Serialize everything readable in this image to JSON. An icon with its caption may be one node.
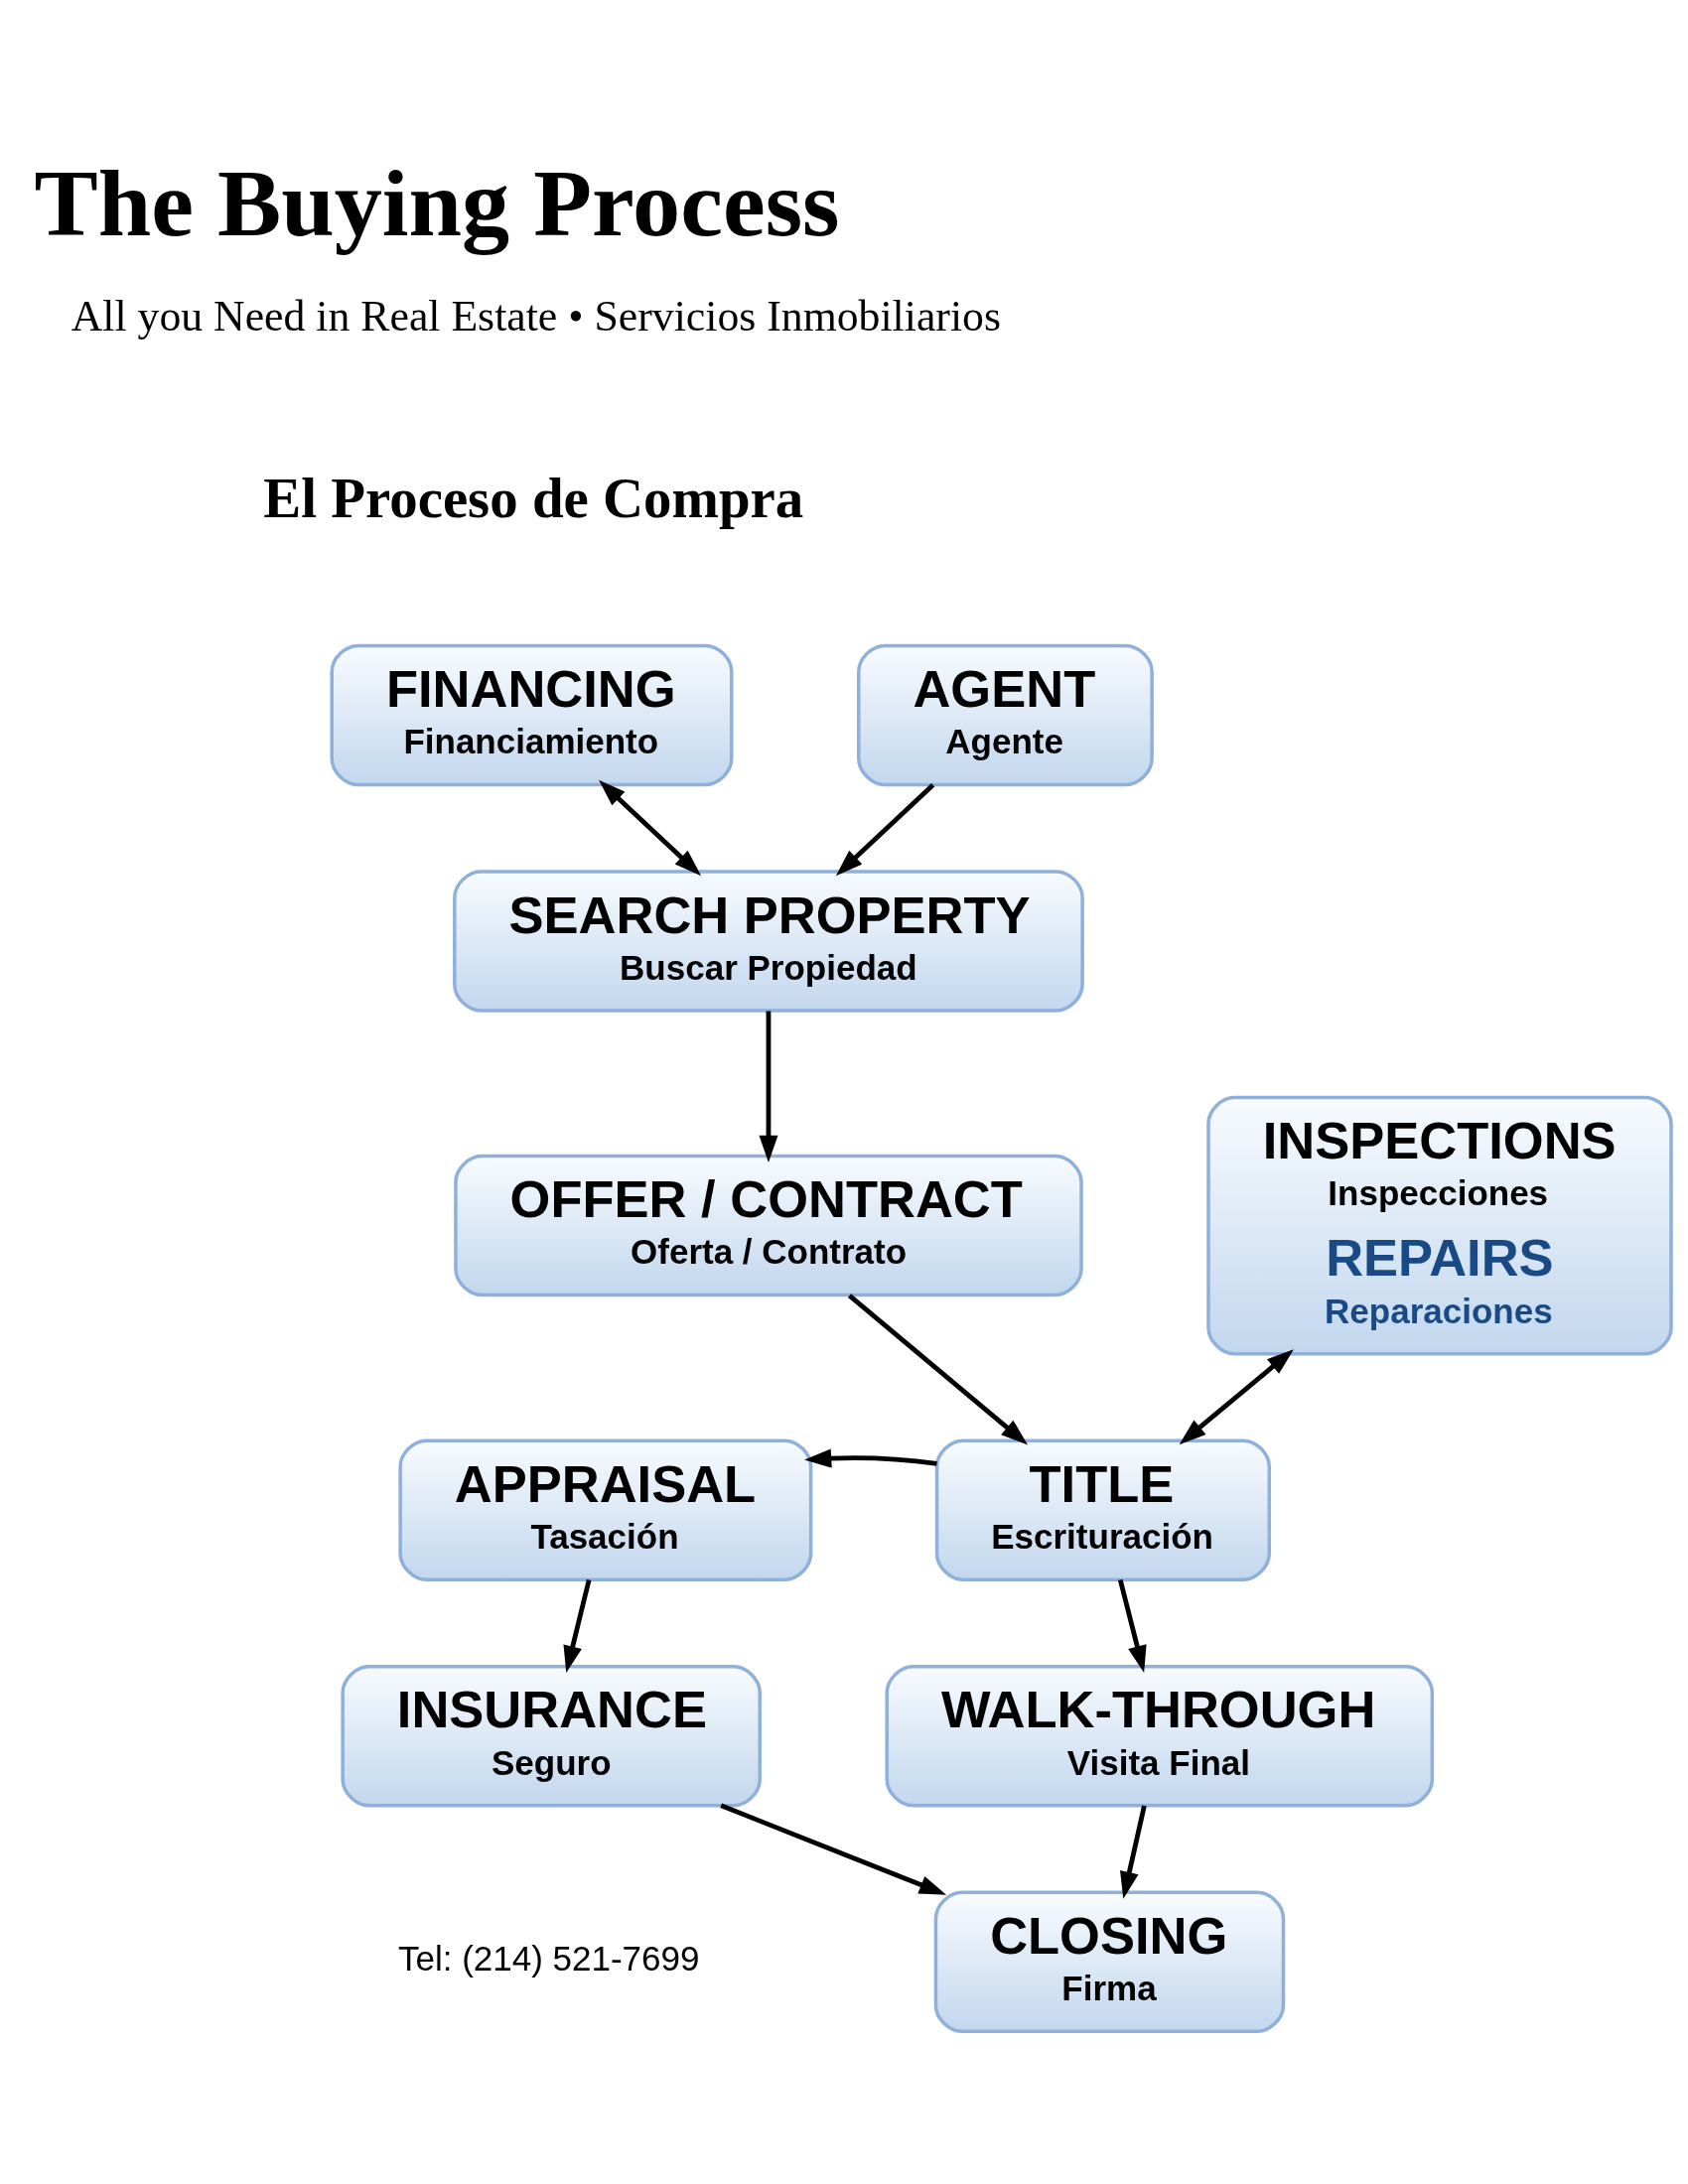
{
  "diagram": {
    "title": "The Buying Process",
    "nodes": [
      {
        "text": [
          "AGENT",
          "Agente"
        ]
      },
      {
        "text": [
          "FINANCING",
          "Financiamiento"
        ]
      },
      {
        "text": [
          "SEARCH PROPERTY",
          "Buscar Propiedad"
        ]
      },
      {
        "text": [
          "OFFER / CONTRACT",
          "Oferta / Contrato"
        ]
      },
      {
        "text": [
          "INSPECTIONS",
          "Inspecciones",
          "REPAIRS",
          "Reparaciones"
        ]
      },
      {
        "text": [
          "APPRAISAL",
          "Tasación"
        ]
      },
      {
        "text": [
          "TITLE",
          "Escrituración"
        ]
      },
      {
        "text": [
          "INSURANCE",
          "Seguro"
        ]
      },
      {
        "text": [
          "WALK-THROUGH",
          "Visita Final"
        ]
      },
      {
        "text": [
          "CLOSING",
          "Firma"
        ]
      }
    ],
    "edges": [
      {
        "from": 0,
        "to": 2,
        "arrow": "to"
      },
      {
        "from": 1,
        "to": 2,
        "arrow": "both"
      },
      {
        "from": 2,
        "to": 3,
        "arrow": "to"
      },
      {
        "from": 3,
        "to": 6,
        "arrow": "to"
      },
      {
        "from": 4,
        "to": 6,
        "arrow": "both"
      },
      {
        "from": 6,
        "to": 5,
        "arrow": "to"
      },
      {
        "from": 5,
        "to": 7,
        "arrow": "to"
      },
      {
        "from": 6,
        "to": 8,
        "arrow": "to"
      },
      {
        "from": 8,
        "to": 9,
        "arrow": "to"
      },
      {
        "from": 7,
        "to": 9,
        "arrow": "to"
      }
    ],
    "labels": [
      "All you Need in Real Estate • Servicios Inmobiliarios",
      "El Proceso de Compra",
      "Tel: (214) 521-7699"
    ]
  }
}
